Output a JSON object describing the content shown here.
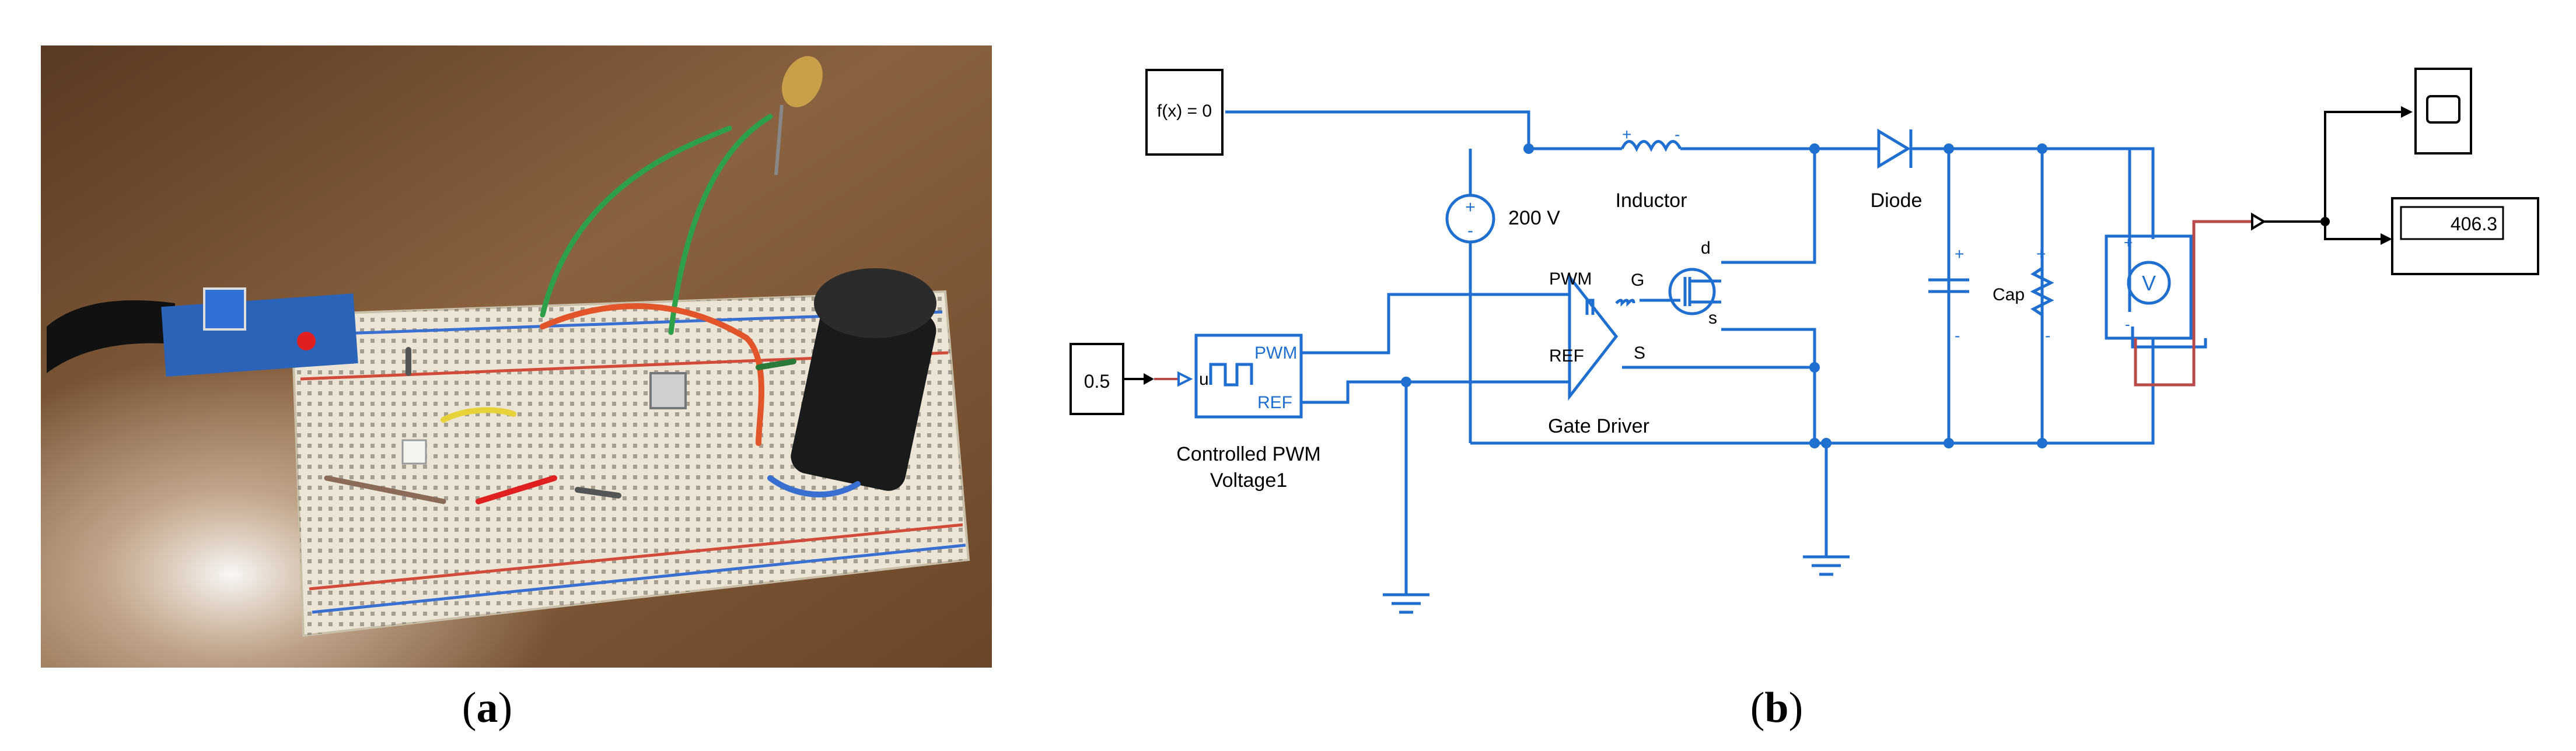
{
  "figure": {
    "panel_a": {
      "label_open": "(",
      "label_letter": "a",
      "label_close": ")"
    },
    "panel_b": {
      "label_open": "(",
      "label_letter": "b",
      "label_close": ")"
    }
  },
  "schematic": {
    "fx_block": "f(x) = 0",
    "source_voltage": "200 V",
    "inductor": "Inductor",
    "diode": "Diode",
    "gate_driver": "Gate Driver",
    "pwm_block_line1": "Controlled PWM",
    "pwm_block_line2": "Voltage1",
    "constant": "0.5",
    "pwm_in_u": "u",
    "pwm_port": "PWM",
    "ref_port": "REF",
    "gd_pwm": "PWM",
    "gd_ref": "REF",
    "gd_g": "G",
    "gd_s": "S",
    "mosfet_d": "d",
    "mosfet_s": "s",
    "capacitor": "Cap",
    "plus": "+",
    "minus": "-",
    "voltmeter": "V",
    "display_value": "406.3"
  },
  "colors": {
    "wire": "#1f6fd1",
    "signal": "#b94a4a",
    "block_border": "#000000",
    "breadboard": "#ece5d6",
    "table": "#6e4a2c"
  }
}
